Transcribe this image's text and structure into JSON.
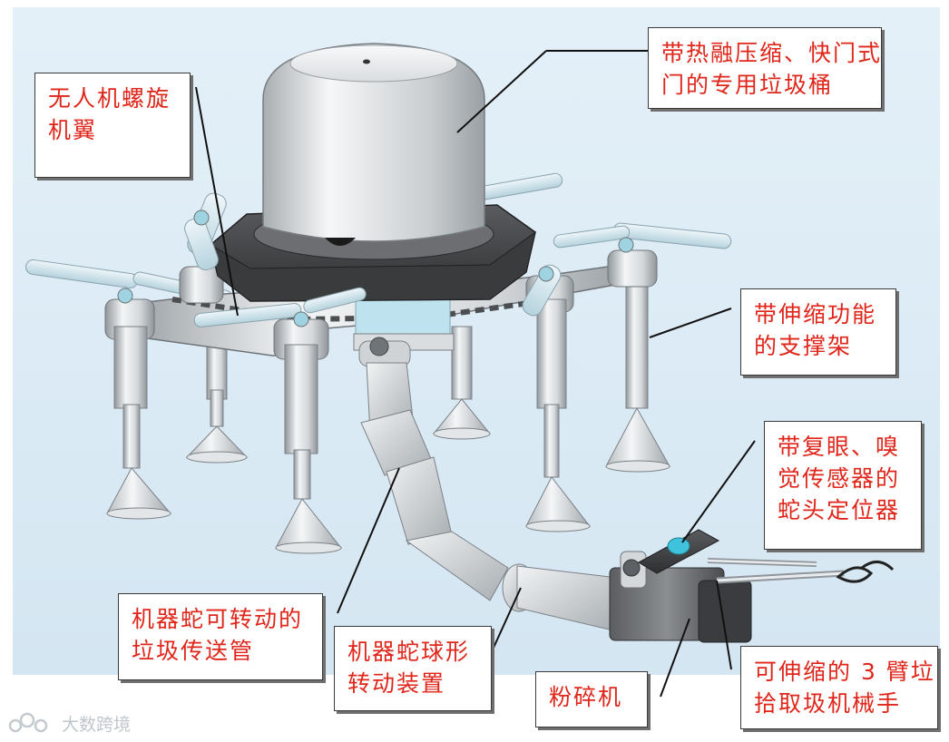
{
  "labels": {
    "propeller": [
      "无人机螺旋",
      "机翼"
    ],
    "bin": [
      "带热融压缩、快门式",
      "门的专用垃圾桶"
    ],
    "support": [
      "带伸缩功能",
      "的支撑架"
    ],
    "sensor": [
      "带复眼、嗅",
      "觉传感器的",
      "蛇头定位器"
    ],
    "tube": [
      "机器蛇可转动的",
      "垃圾传送管"
    ],
    "ball_joint": [
      "机器蛇球形",
      "转动装置"
    ],
    "crusher": [
      "粉碎机"
    ],
    "arm": [
      "可伸缩的 3 臂垃",
      "拾取圾机械手"
    ]
  },
  "watermark": "大数跨境",
  "colors": {
    "label_text": "#e0261b",
    "leader_line": "#111111",
    "metal_light": "#e9ecee",
    "metal_dark": "#8f959a",
    "frame_dark": "#3f3f41",
    "accent_cyan": "#3fc3dc"
  }
}
